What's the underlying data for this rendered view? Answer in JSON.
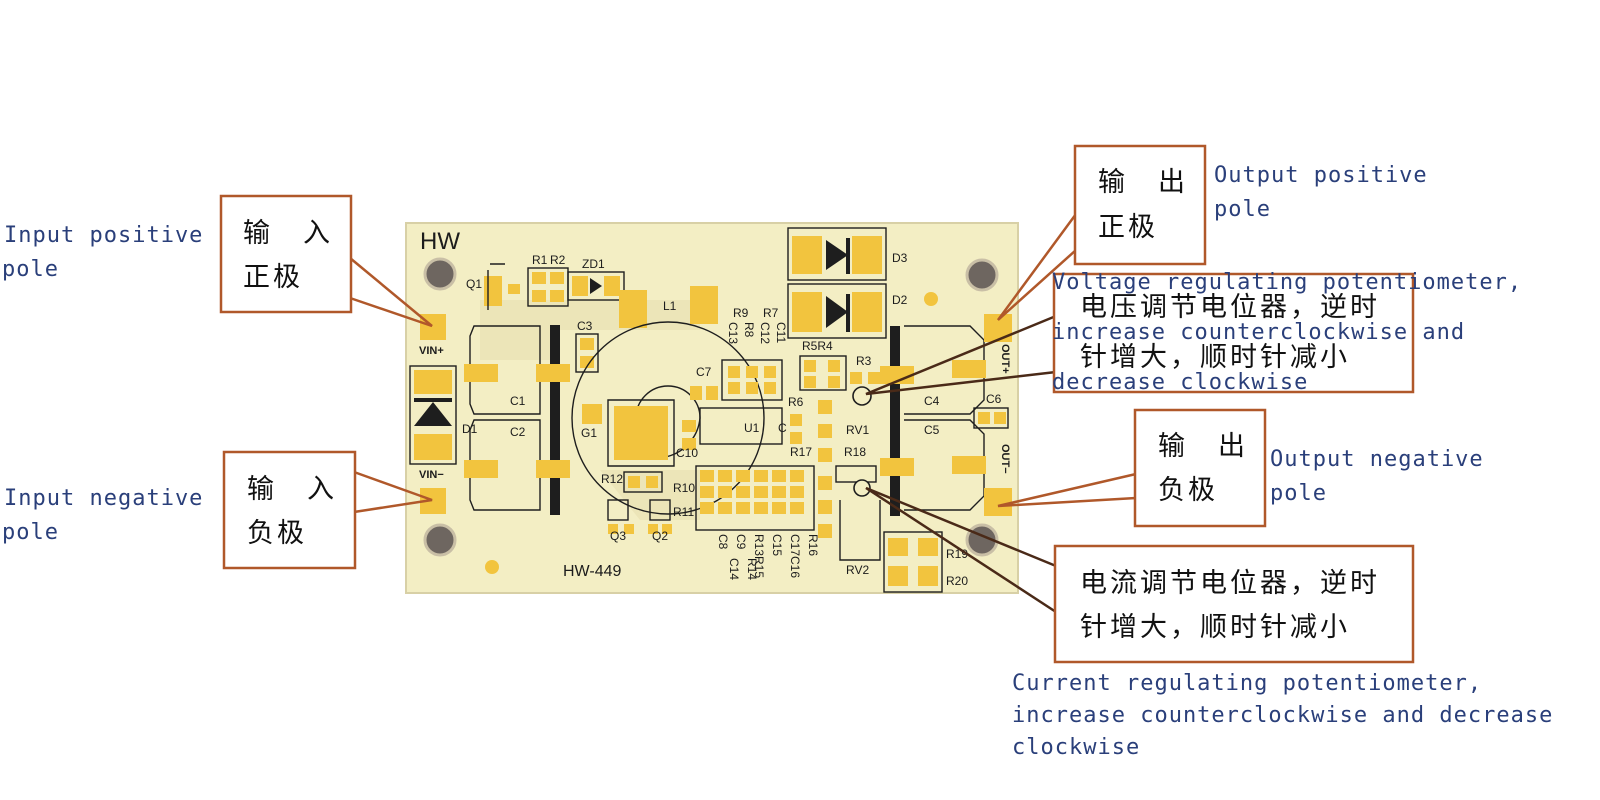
{
  "board": {
    "brand": "HW",
    "model": "HW-449",
    "refs": {
      "q1": "Q1",
      "r1": "R1",
      "r2": "R2",
      "zd1": "ZD1",
      "l1": "L1",
      "c3": "C3",
      "vin_pos": "VIN+",
      "vin_neg": "VIN−",
      "d1": "D1",
      "c1": "C1",
      "c2": "C2",
      "g1": "G1",
      "r12": "R12",
      "r10": "R10",
      "r11": "R11",
      "q3": "Q3",
      "q2": "Q2",
      "c7": "C7",
      "c10": "C10",
      "u1": "U1",
      "c_u1": "C",
      "r6": "R6",
      "r17": "R17",
      "r9": "R9",
      "r8": "R8",
      "c13": "C13",
      "r7": "R7",
      "c12": "C12",
      "c11": "C11",
      "r5r4": "R5R4",
      "r3": "R3",
      "rv1": "RV1",
      "r18": "R18",
      "rv2": "RV2",
      "d3": "D3",
      "d2": "D2",
      "c4": "C4",
      "c5": "C5",
      "c6": "C6",
      "out_pos": "OUT+",
      "out_neg": "OUT−",
      "r19": "R19",
      "r20": "R20",
      "col1_top": "C8",
      "col1_bot": "C14",
      "col2_top": "C9",
      "col2_bot": "R14",
      "col3_top": "R13R15",
      "col4_top": "C15",
      "col5_top": "C17C16",
      "col6_top": "R16"
    }
  },
  "callouts": {
    "input_positive": {
      "cn_line1": "输　入",
      "cn_line2": "正极",
      "en_line1": "Input positive",
      "en_line2": "pole"
    },
    "input_negative": {
      "cn_line1": "输　入",
      "cn_line2": "负极",
      "en_line1": "Input negative",
      "en_line2": "pole"
    },
    "output_positive": {
      "cn_line1": "输　出",
      "cn_line2": "正极",
      "en_line1": "Output positive",
      "en_line2": "pole"
    },
    "output_negative": {
      "cn_line1": "输　出",
      "cn_line2": "负极",
      "en_line1": "Output negative",
      "en_line2": "pole"
    },
    "voltage_pot": {
      "cn_line1": "电压调节电位器，逆时",
      "cn_line2": "针增大，顺时针减小",
      "en_line1": "Voltage regulating potentiometer,",
      "en_line2": "increase counterclockwise and",
      "en_line3": "decrease clockwise"
    },
    "current_pot": {
      "cn_line1": "电流调节电位器，逆时",
      "cn_line2": "针增大，顺时针减小",
      "en_line1": "Current regulating potentiometer,",
      "en_line2": "increase counterclockwise and decrease",
      "en_line3": "clockwise"
    }
  },
  "colors": {
    "board": "#f3eec4",
    "pad": "#f2c43e",
    "silkscreen": "#1e1e1e",
    "callout_border": "#b0582a",
    "english_text": "#2a3f7a"
  }
}
